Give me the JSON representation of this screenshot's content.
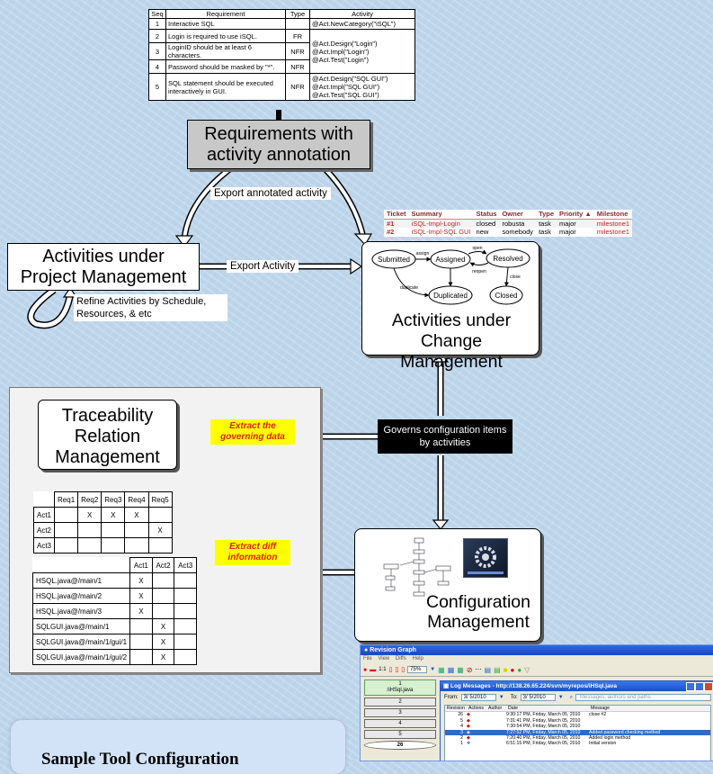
{
  "requirements_table": {
    "headers": [
      "Seq",
      "Requirement",
      "Type",
      "Activity"
    ],
    "rows": [
      {
        "seq": "1",
        "req": "Interactive SQL",
        "type": "",
        "activity": "@Act.NewCategory(\"iSQL\")"
      },
      {
        "seq": "2",
        "req": "Login is required to use iSQL.",
        "type": "FR",
        "activity": ""
      },
      {
        "seq": "3",
        "req": "LoginID should be at least 6 characters.",
        "type": "NFR",
        "activity": "@Act.Design(\"Login\")\n@Act.Impl(\"Login\")\n@Act.Test(\"Login\")"
      },
      {
        "seq": "4",
        "req": "Password should be masked by \"*\".",
        "type": "NFR",
        "activity": ""
      },
      {
        "seq": "5",
        "req": "SQL statement should be executed interactively in GUI.",
        "type": "NFR",
        "activity": "@Act.Design(\"SQL GUI\")\n@Act.Impl(\"SQL GUI\")\n@Act.Test(\"SQL GUI\")"
      }
    ]
  },
  "nodes": {
    "requirements": "Requirements with activity annotation",
    "project_mgmt": "Activities under Project Management",
    "change_mgmt": "Activities under Change Management",
    "traceability": "Traceability Relation Management",
    "config_mgmt": "Configuration Management"
  },
  "edges": {
    "export_annotated": "Export annotated activity",
    "export_activity": "Export Activity",
    "refine": "Refine Activities by Schedule, Resources, & etc",
    "governs": "Governs configuration items by activities",
    "extract_governing": "Extract the governing data",
    "extract_diff": "Extract diff information"
  },
  "tickets": {
    "headers": [
      "Ticket",
      "Summary",
      "Status",
      "Owner",
      "Type",
      "Priority ▲",
      "Milestone"
    ],
    "rows": [
      [
        "#1",
        "iSQL-Impl-Login",
        "closed",
        "robusta",
        "task",
        "major",
        "milestone1"
      ],
      [
        "#2",
        "iSQL-Impl-SQL GUI",
        "new",
        "somebody",
        "task",
        "major",
        "milestone1"
      ]
    ]
  },
  "state_machine": {
    "states": [
      "Submitted",
      "Assigned",
      "Resolved",
      "Duplicated",
      "Closed"
    ],
    "transitions": [
      "assign",
      "open",
      "reopen",
      "close",
      "duplicate"
    ]
  },
  "trace_matrix": {
    "headers": [
      "",
      "Req1",
      "Req2",
      "Req3",
      "Req4",
      "Req5"
    ],
    "rows": [
      [
        "Act1",
        "",
        "X",
        "X",
        "X",
        ""
      ],
      [
        "Act2",
        "",
        "",
        "",
        "",
        "X"
      ],
      [
        "Act3",
        "",
        "",
        "",
        "",
        ""
      ]
    ]
  },
  "file_matrix": {
    "headers": [
      "",
      "Act1",
      "Act2",
      "Act3"
    ],
    "rows": [
      [
        "HSQL.java@/main/1",
        "X",
        "",
        ""
      ],
      [
        "HSQL.java@/main/2",
        "X",
        "",
        ""
      ],
      [
        "HSQL.java@/main/3",
        "X",
        "",
        ""
      ],
      [
        "SQLGUI.java@/main/1",
        "",
        "X",
        ""
      ],
      [
        "SQLGUI.java@/main/1/gui/1",
        "",
        "X",
        ""
      ],
      [
        "SQLGUI.java@/main/1/gui/2",
        "",
        "X",
        ""
      ]
    ]
  },
  "revision_graph": {
    "title": "Revision Graph",
    "menu": [
      "File",
      "View",
      "Diffs",
      "Help"
    ],
    "zoom": "75%",
    "revisions": [
      "1",
      "2",
      "3",
      "4",
      "5",
      "26"
    ],
    "file": "/iHSql.java"
  },
  "log_window": {
    "title": "Log Messages - http://138.26.65.224/svn/myrepos/iHSql.java",
    "from_label": "From:",
    "from": "3/ 5/2010",
    "to_label": "To:",
    "to": "3/ 5/2010",
    "search_placeholder": "Messages, authors and paths",
    "columns": [
      "Revision",
      "Actions",
      "Author",
      "Date",
      "Message"
    ],
    "rows": [
      [
        "26",
        "9:30:17 PM, Friday, March 05, 2010",
        "close #2"
      ],
      [
        "5",
        "7:31:41 PM, Friday, March 05, 2010",
        ""
      ],
      [
        "4",
        "7:30:54 PM, Friday, March 05, 2010",
        ""
      ],
      [
        "3",
        "7:27:52 PM, Friday, March 05, 2010",
        "Added password checking method"
      ],
      [
        "2",
        "7:20:40 PM, Friday, March 05, 2010",
        "Added login method"
      ],
      [
        "1",
        "6:51:15 PM, Friday, March 05, 2010",
        "Initial version"
      ]
    ]
  },
  "bottom_caption": "Sample Tool Configuration",
  "colors": {
    "yellow": "#ffff00",
    "red_text": "#e02020",
    "node_gray": "#c8c8c8",
    "bg": "#bcd4ea"
  }
}
